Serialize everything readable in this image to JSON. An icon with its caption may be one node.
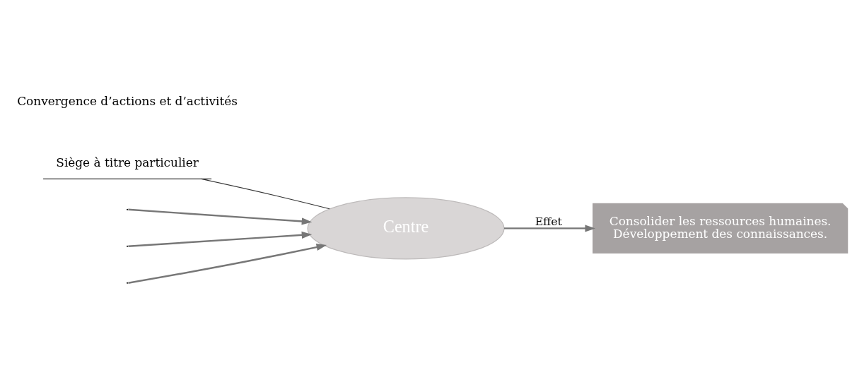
{
  "diagram": {
    "nodes": [
      {
        "text": [
          "Centre"
        ]
      },
      {
        "text": [
          "Consolider les ressources humaines.",
          "Développement des connaissances."
        ]
      },
      {
        "text": [
          "Siège à titre particulier"
        ]
      }
    ],
    "edges": [
      {
        "from": null,
        "to": 0,
        "arrow": "to"
      },
      {
        "from": null,
        "to": 0,
        "arrow": "to"
      },
      {
        "from": null,
        "to": 0,
        "arrow": "to"
      },
      {
        "from": 0,
        "to": 1,
        "arrow": "to",
        "label": "Effet"
      },
      {
        "from": 2,
        "to": 0,
        "arrow": "none"
      }
    ],
    "labels": [
      "Convergence d’actions et d’activités"
    ]
  }
}
